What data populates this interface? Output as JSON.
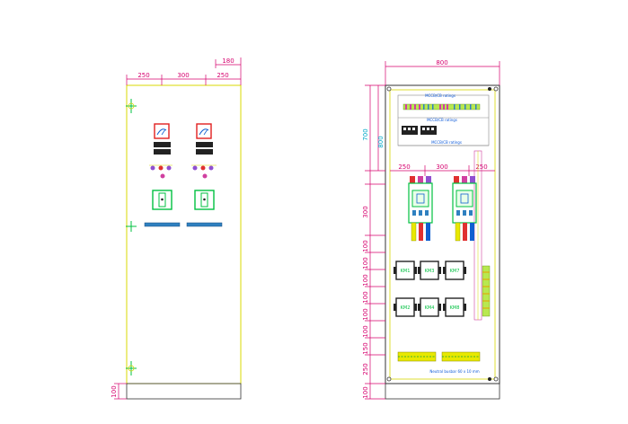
{
  "front_view": {
    "dims_top": [
      "250",
      "300",
      "250"
    ],
    "dim_offset": "180",
    "dim_plinth": "100"
  },
  "inner_view": {
    "dim_width": "800",
    "dims_left": [
      "700",
      "800",
      "300",
      "100",
      "100",
      "100",
      "100",
      "100",
      "100",
      "150",
      "250",
      "100"
    ],
    "dims_mid": [
      "250",
      "300",
      "250"
    ],
    "labels": {
      "top_strip": "MCCB/CB ratings",
      "top_caption": "MCCB/CB ratings",
      "meters_caption": "MCCB/CB ratings",
      "neutral_busbar": "Neutral busbar 60 x 10 mm"
    },
    "contactors_row1": [
      "KM1",
      "KM3",
      "KM7"
    ],
    "contactors_row2": [
      "KM2",
      "KM4",
      "KM8"
    ]
  },
  "colors": {
    "outline": "#d8d800",
    "dimension": "#d6006e",
    "dim_text_cyan": "#00a8c8",
    "breaker": "#00c040",
    "busbar": "#2f80c0"
  }
}
